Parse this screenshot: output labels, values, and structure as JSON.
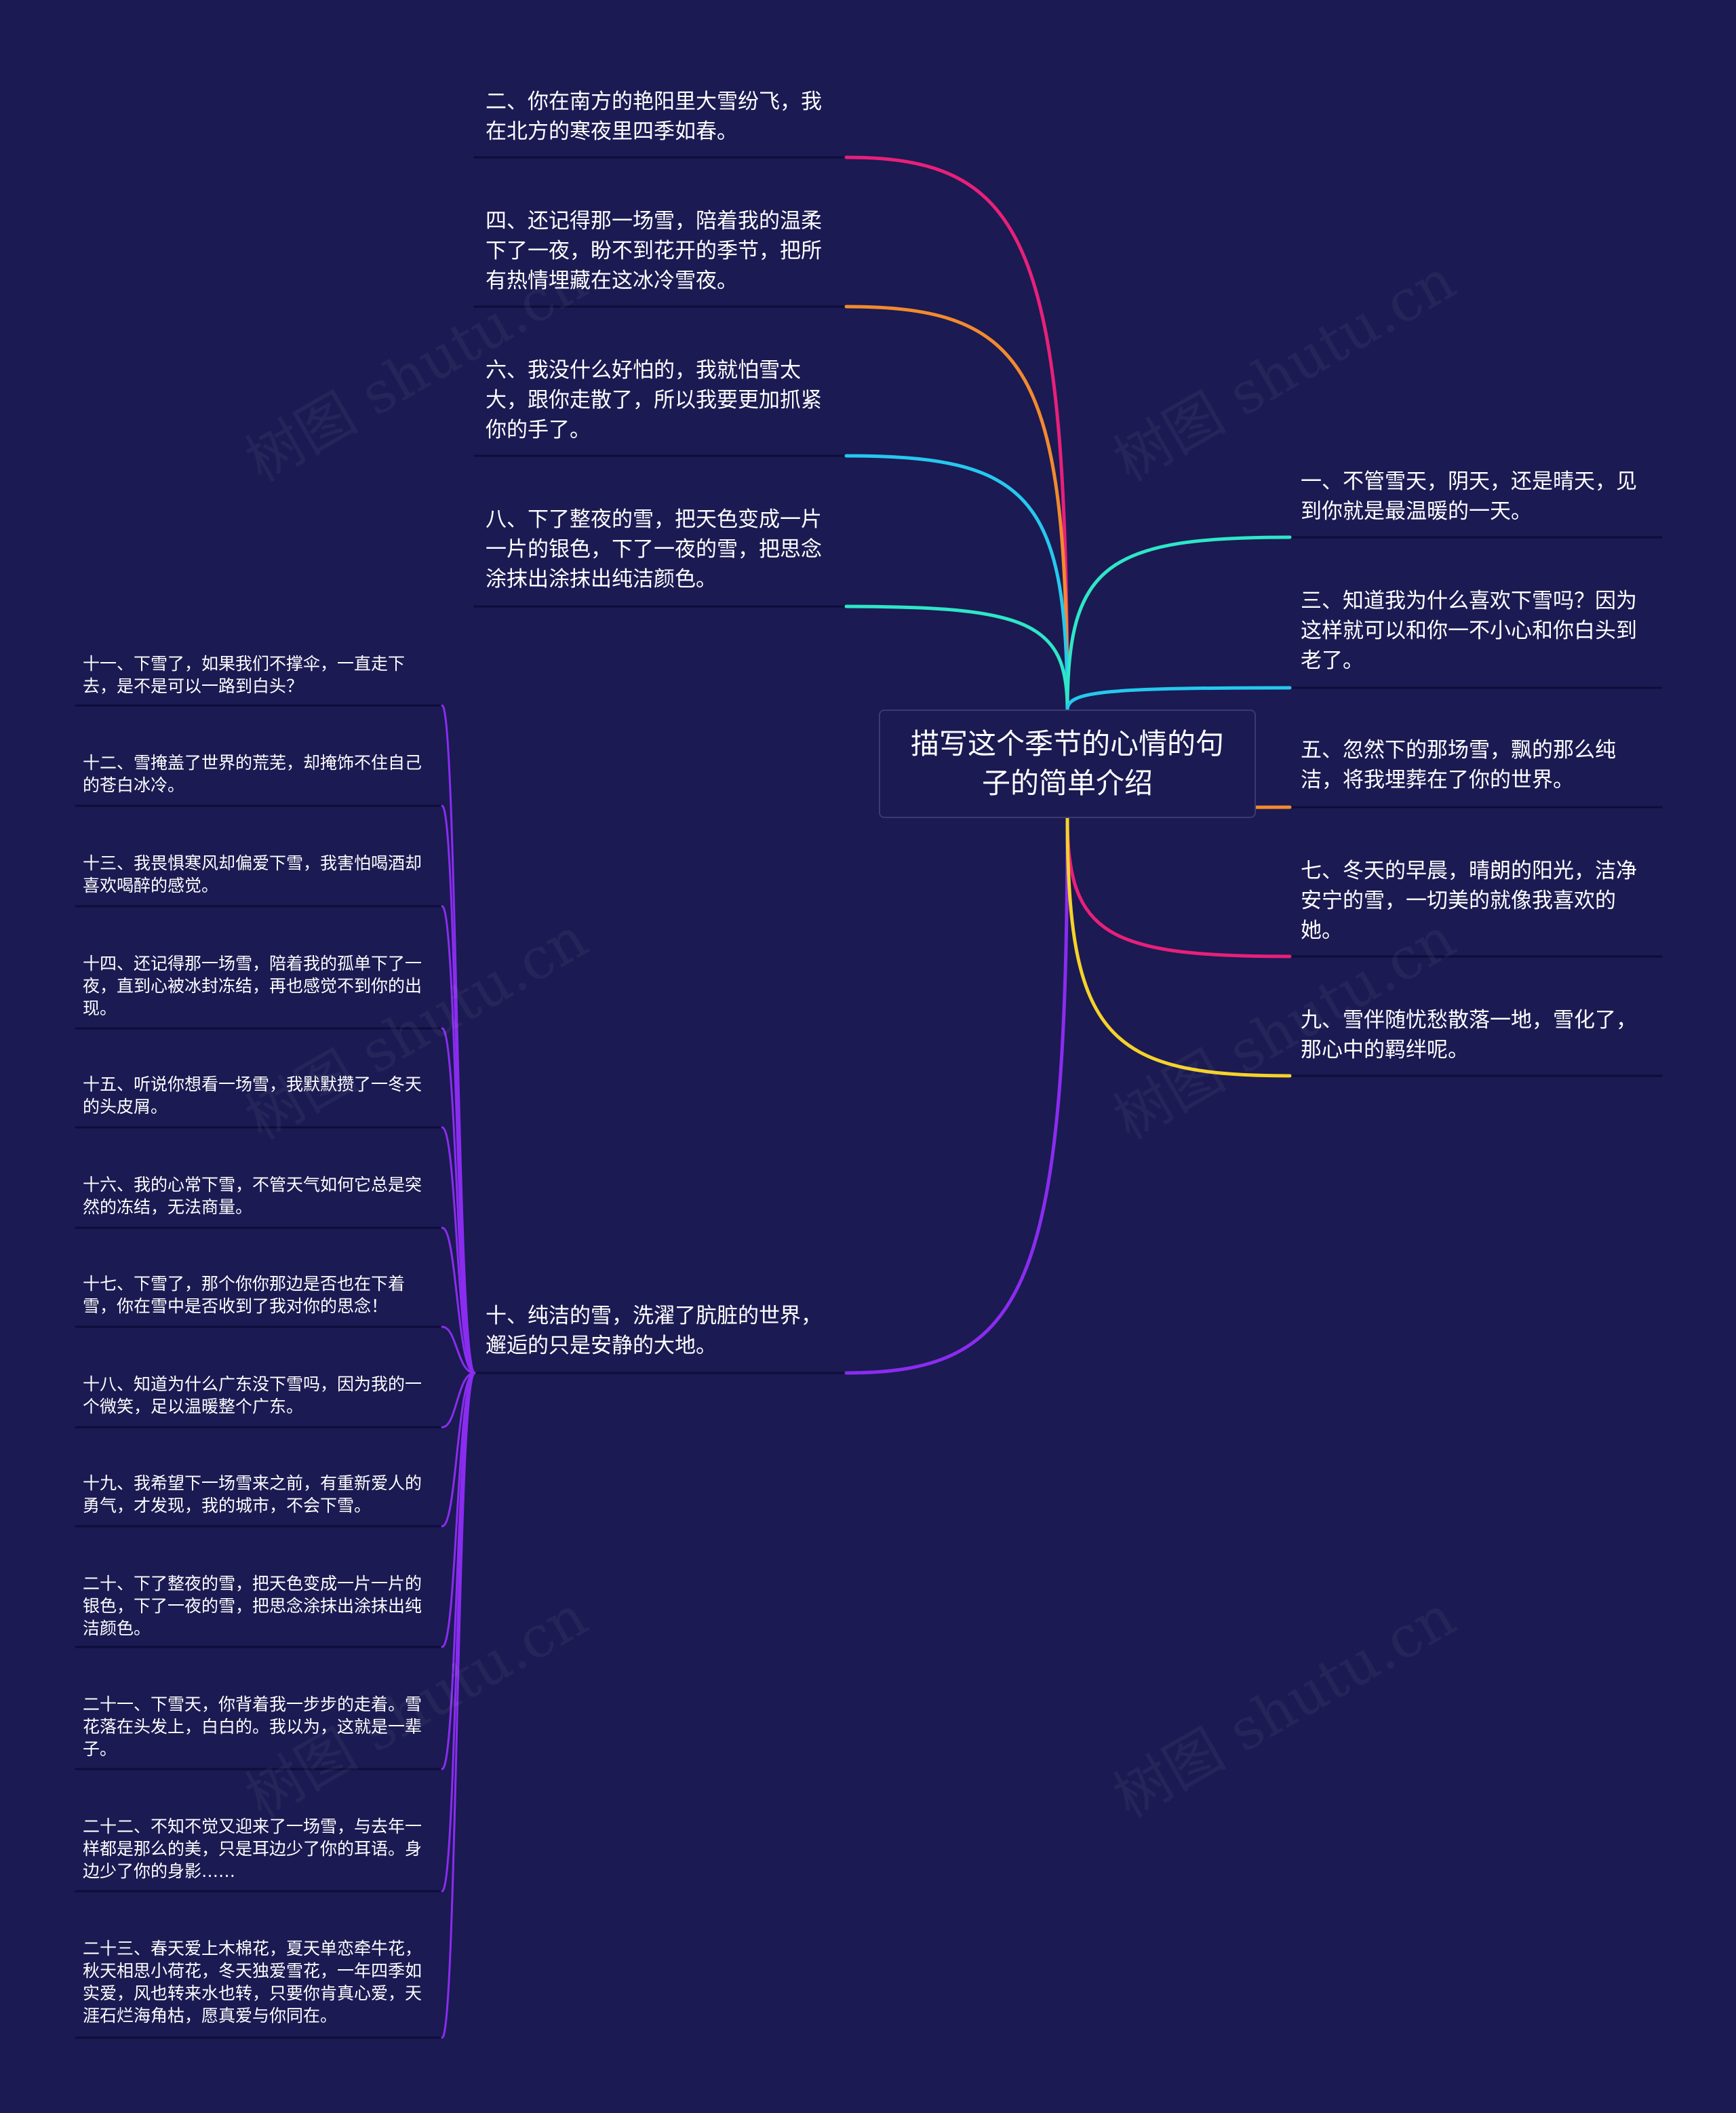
{
  "root": {
    "text": "描写这个季节的心情的句子的简单介绍"
  },
  "watermark": "树图 shutu.cn",
  "colors": {
    "background": "#1b1a52",
    "underline": "#0e0d3a",
    "pink": "#e8207a",
    "orange": "#f28a2e",
    "cyan": "#26c8ee",
    "teal": "#2ee6c8",
    "yellow": "#f5d22a",
    "purple": "#8a2cf0"
  },
  "left_branches": [
    {
      "text": "二、你在南方的艳阳里大雪纷飞，我在北方的寒夜里四季如春。",
      "color": "pink"
    },
    {
      "text": "四、还记得那一场雪，陪着我的温柔下了一夜，盼不到花开的季节，把所有热情埋藏在这冰冷雪夜。",
      "color": "orange"
    },
    {
      "text": "六、我没什么好怕的，我就怕雪太大，跟你走散了，所以我要更加抓紧你的手了。",
      "color": "cyan"
    },
    {
      "text": "八、下了整夜的雪，把天色变成一片一片的银色，下了一夜的雪，把思念涂抹出涂抹出纯洁颜色。",
      "color": "teal"
    },
    {
      "text": "十、纯洁的雪，洗濯了肮脏的世界，邂逅的只是安静的大地。",
      "color": "purple"
    }
  ],
  "right_branches": [
    {
      "text": "一、不管雪天，阴天，还是晴天，见到你就是最温暖的一天。",
      "color": "teal"
    },
    {
      "text": "三、知道我为什么喜欢下雪吗？因为这样就可以和你一不小心和你白头到老了。",
      "color": "cyan"
    },
    {
      "text": "五、忽然下的那场雪，飘的那么纯洁，将我埋葬在了你的世界。",
      "color": "orange"
    },
    {
      "text": "七、冬天的早晨，晴朗的阳光，洁净安宁的雪，一切美的就像我喜欢的她。",
      "color": "pink"
    },
    {
      "text": "九、雪伴随忧愁散落一地，雪化了，那心中的羁绊呢。",
      "color": "yellow"
    }
  ],
  "sub_branches": [
    {
      "text": "十一、下雪了，如果我们不撑伞，一直走下去，是不是可以一路到白头？"
    },
    {
      "text": "十二、雪掩盖了世界的荒芜，却掩饰不住自己的苍白冰冷。"
    },
    {
      "text": "十三、我畏惧寒风却偏爱下雪，我害怕喝酒却喜欢喝醉的感觉。"
    },
    {
      "text": "十四、还记得那一场雪，陪着我的孤单下了一夜，直到心被冰封冻结，再也感觉不到你的出现。"
    },
    {
      "text": "十五、听说你想看一场雪，我默默攒了一冬天的头皮屑。"
    },
    {
      "text": "十六、我的心常下雪，不管天气如何它总是突然的冻结，无法商量。"
    },
    {
      "text": "十七、下雪了，那个你你那边是否也在下着雪，你在雪中是否收到了我对你的思念！"
    },
    {
      "text": "十八、知道为什么广东没下雪吗，因为我的一个微笑，足以温暖整个广东。"
    },
    {
      "text": "十九、我希望下一场雪来之前，有重新爱人的勇气，才发现，我的城市，不会下雪。"
    },
    {
      "text": "二十、下了整夜的雪，把天色变成一片一片的银色，下了一夜的雪，把思念涂抹出涂抹出纯洁颜色。"
    },
    {
      "text": "二十一、下雪天，你背着我一步步的走着。雪花落在头发上，白白的。我以为，这就是一辈子。"
    },
    {
      "text": "二十二、不知不觉又迎来了一场雪，与去年一样都是那么的美，只是耳边少了你的耳语。身边少了你的身影……"
    },
    {
      "text": "二十三、春天爱上木棉花，夏天单恋牵牛花，秋天相思小荷花，冬天独爱雪花，一年四季如实爱，风也转来水也转，只要你肯真心爱，天涯石烂海角枯，愿真爱与你同在。"
    }
  ]
}
